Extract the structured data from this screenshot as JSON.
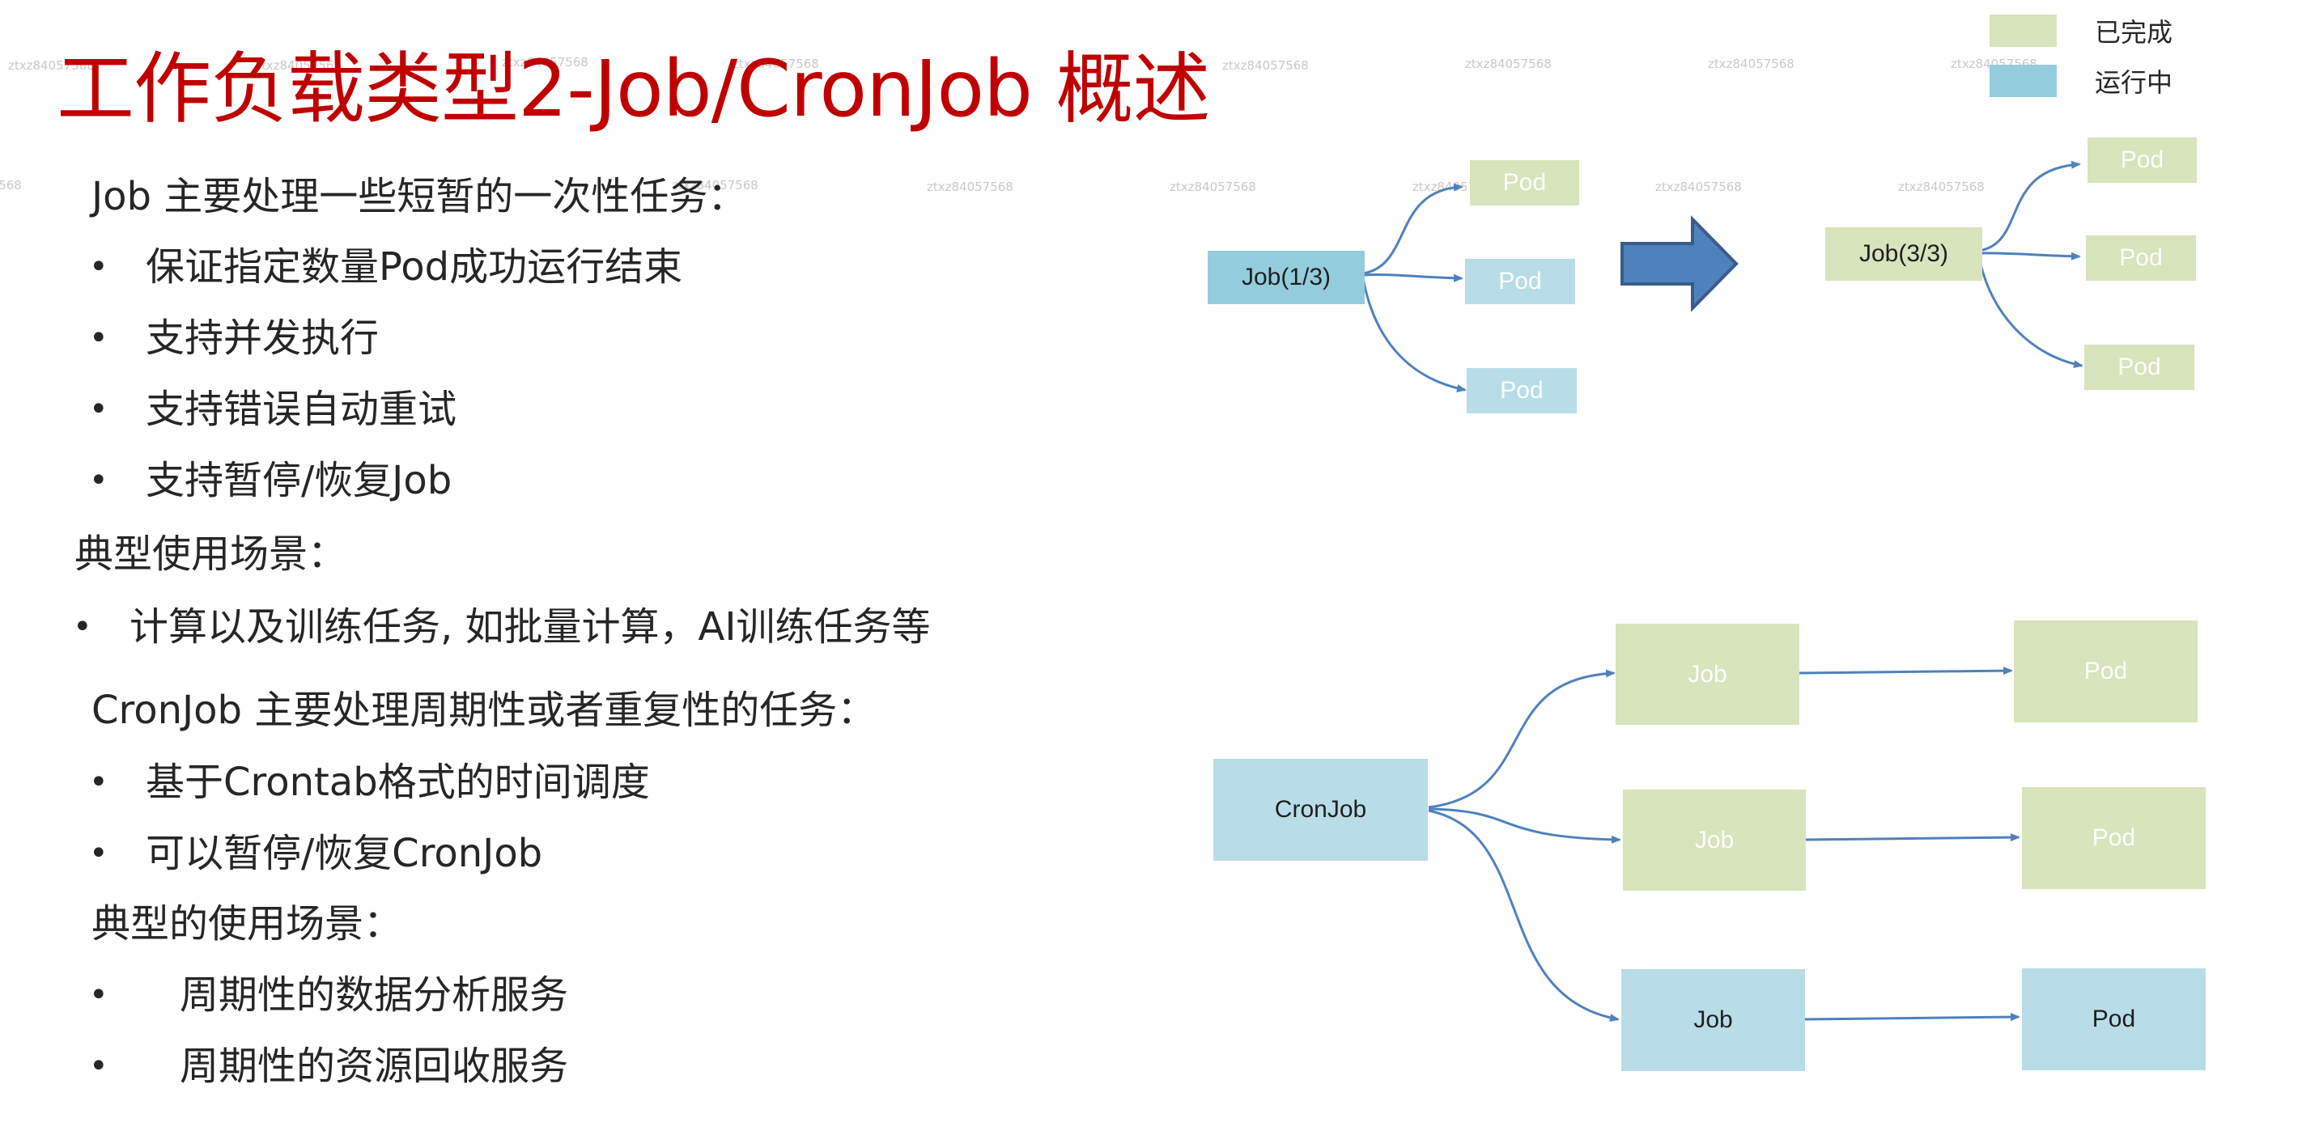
{
  "title": "工作负载类型2-Job/CronJob 概述",
  "watermark": "ztxz84057568",
  "job_section": {
    "intro": "Job 主要处理一些短暂的一次性任务：",
    "bullets": [
      "保证指定数量Pod成功运行结束",
      "支持并发执行",
      "支持错误自动重试",
      "支持暂停/恢复Job"
    ],
    "scenario_heading": "典型使用场景：",
    "scenario_bullets": [
      "计算以及训练任务, 如批量计算，AI训练任务等"
    ]
  },
  "cronjob_section": {
    "intro": "CronJob 主要处理周期性或者重复性的任务：",
    "bullets": [
      "基于Crontab格式的时间调度",
      "可以暂停/恢复CronJob"
    ],
    "scenario_heading": "典型的使用场景：",
    "scenario_bullets": [
      "周期性的数据分析服务",
      "周期性的资源回收服务"
    ]
  },
  "bullet_glyph": "•",
  "legend": {
    "completed": "已完成",
    "running": "运行中"
  },
  "colors": {
    "title": "#c00000",
    "completed": "#d7e4bc",
    "running": "#93cddd",
    "running_light": "#b8dde8",
    "arrow": "#4f81bd",
    "arrow_border": "#385d8a",
    "connector": "#4f81bd"
  },
  "diagram_top": {
    "job_before": "Job(1/3)",
    "job_after": "Job(3/3)",
    "pod_label": "Pod"
  },
  "diagram_bottom": {
    "cronjob": "CronJob",
    "job_label": "Job",
    "pod_label": "Pod"
  },
  "icons": {
    "transition_arrow": "right-block-arrow-icon"
  }
}
